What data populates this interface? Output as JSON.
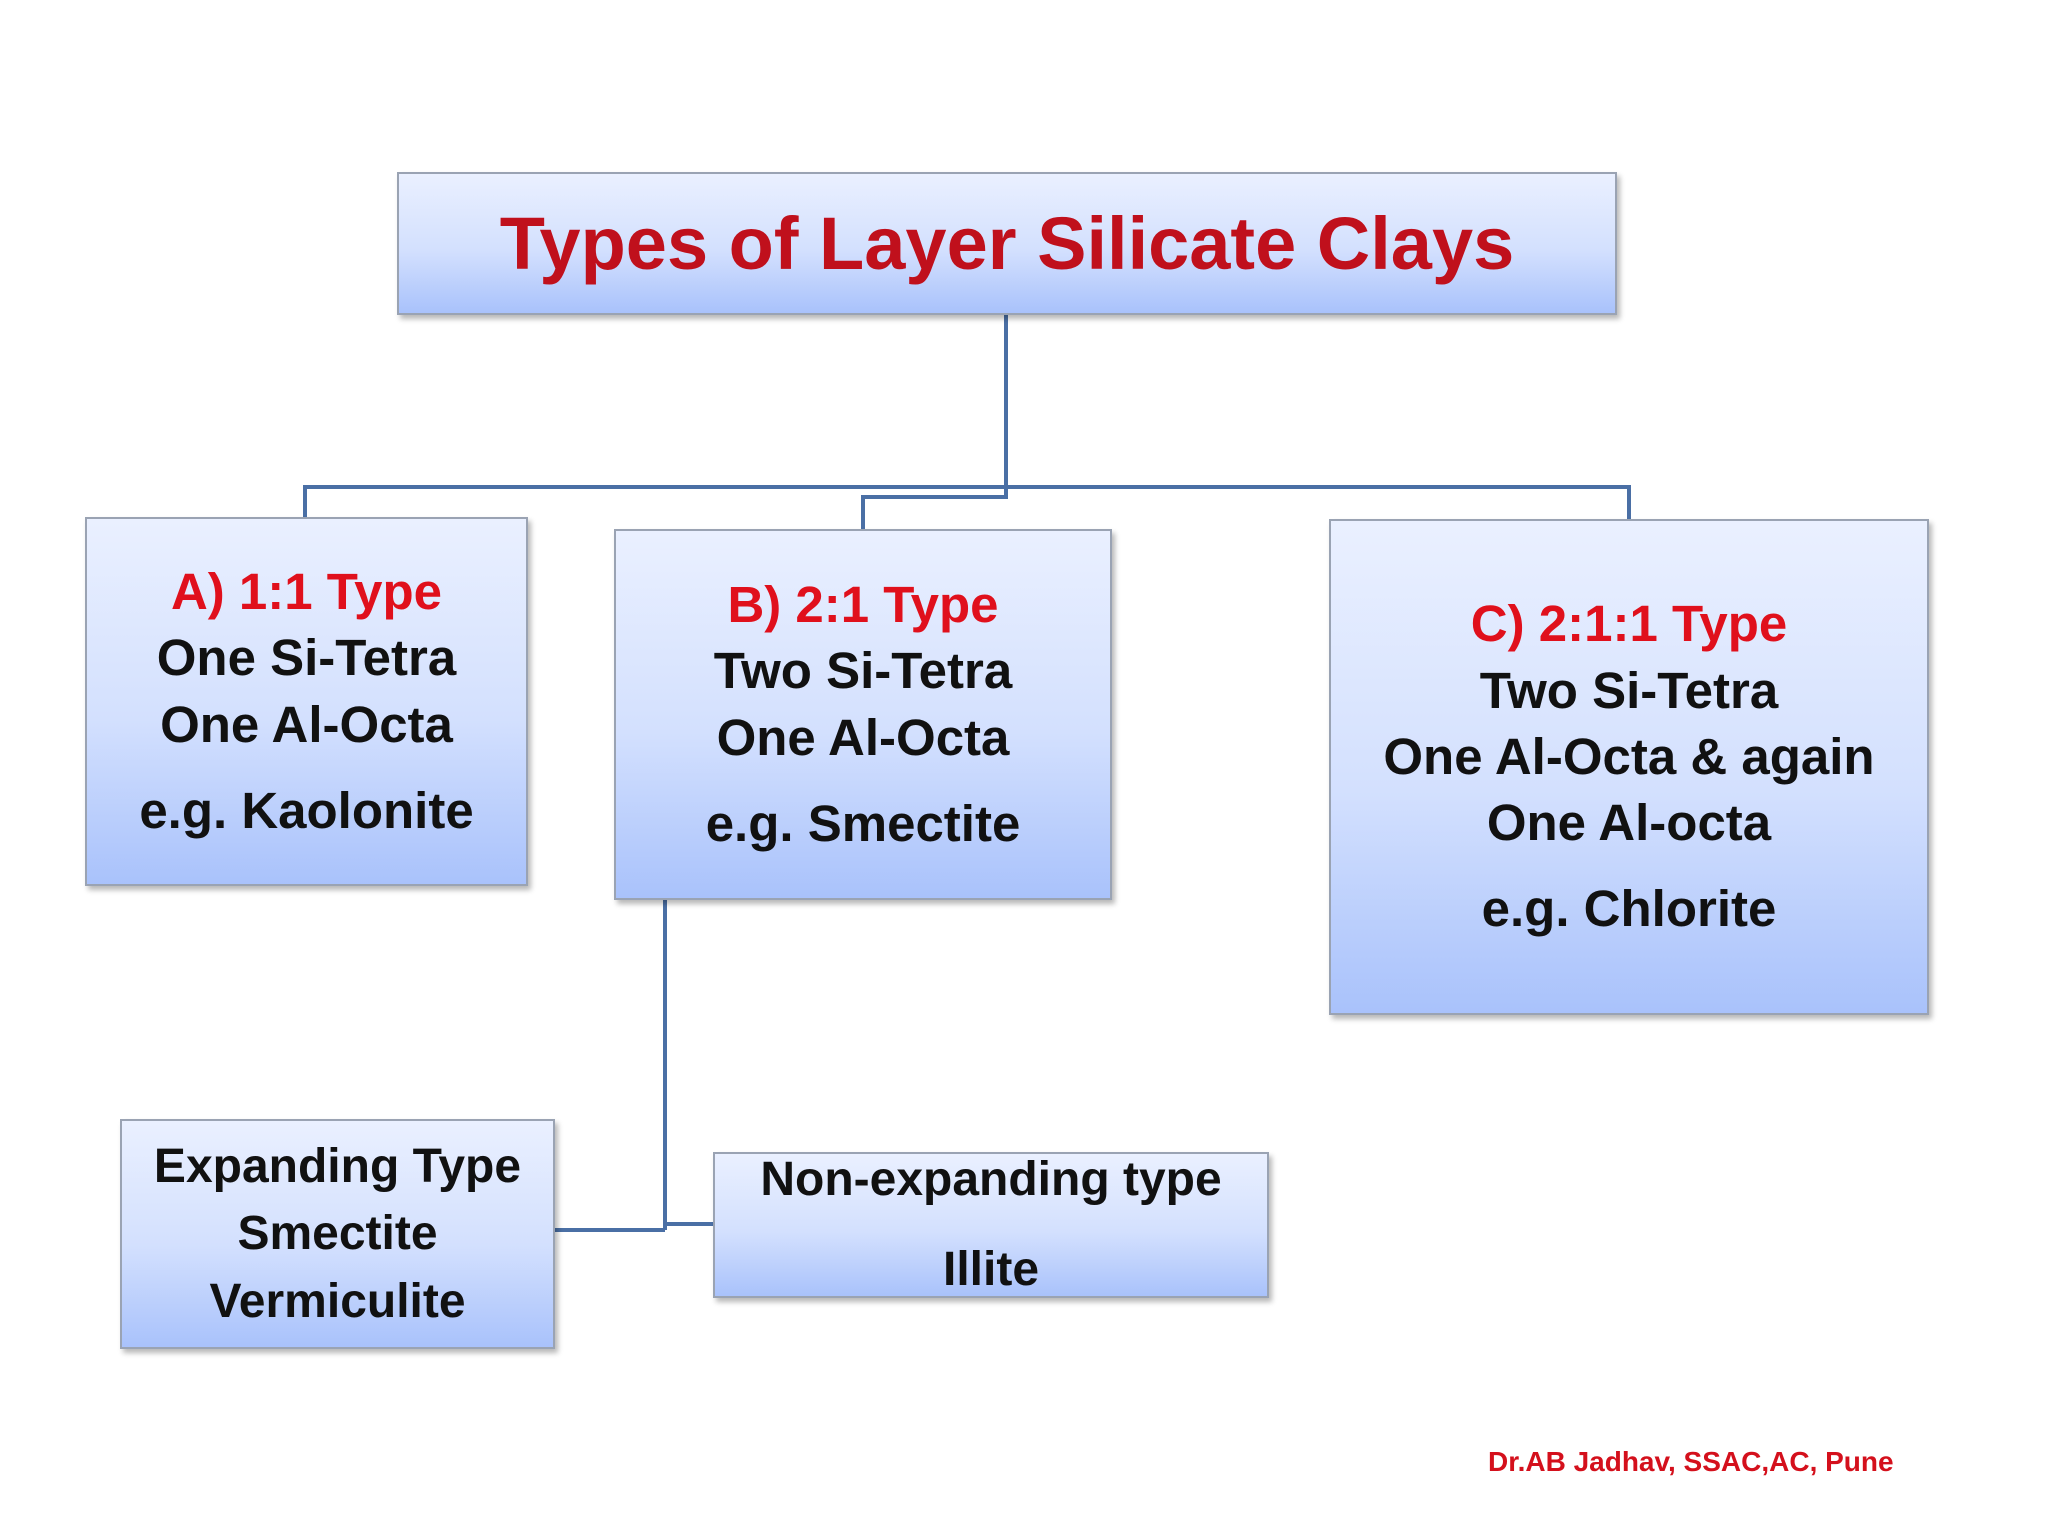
{
  "diagram": {
    "title": "Types of Layer Silicate Clays",
    "type_a": {
      "heading": "A) 1:1 Type",
      "line1": "One Si-Tetra",
      "line2": "One Al-Octa",
      "example": "e.g. Kaolonite"
    },
    "type_b": {
      "heading": "B) 2:1 Type",
      "line1": "Two Si-Tetra",
      "line2": "One Al-Octa",
      "example": "e.g. Smectite"
    },
    "type_c": {
      "heading": "C) 2:1:1 Type",
      "line1": "Two Si-Tetra",
      "line2": "One Al-Octa & again",
      "line3": "One Al-octa",
      "example": "e.g. Chlorite"
    },
    "expanding": {
      "heading": "Expanding Type",
      "item1": "Smectite",
      "item2": "Vermiculite"
    },
    "non_expanding": {
      "heading": "Non-expanding type",
      "item1": "Illite"
    }
  },
  "footer": {
    "credit": "Dr.AB Jadhav, SSAC,AC, Pune"
  },
  "colors": {
    "heading_red": "#c0101c",
    "connector_blue": "#4a6fa5",
    "box_gradient_top": "#eaf0ff",
    "box_gradient_bottom": "#a9c2fb"
  }
}
